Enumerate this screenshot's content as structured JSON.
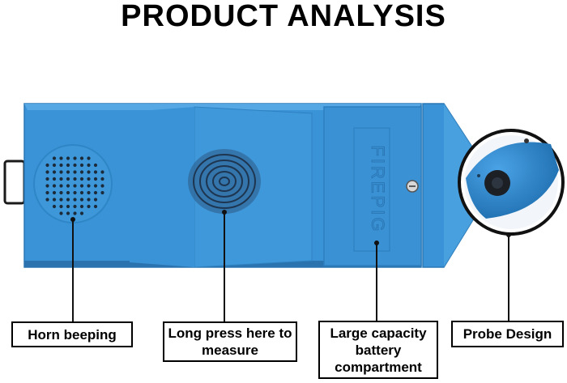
{
  "title": "PRODUCT ANALYSIS",
  "device": {
    "brand_text": "FIREPIG",
    "color_body": "#3a93d6",
    "color_body_dark": "#2c7fc0",
    "color_probe_tip": "#1c1f24"
  },
  "callouts": [
    {
      "id": "horn",
      "label": "Horn beeping"
    },
    {
      "id": "press",
      "label": "Long press here to measure"
    },
    {
      "id": "battery",
      "label": "Large capacity battery compartment"
    },
    {
      "id": "probe",
      "label": "Probe Design"
    }
  ]
}
